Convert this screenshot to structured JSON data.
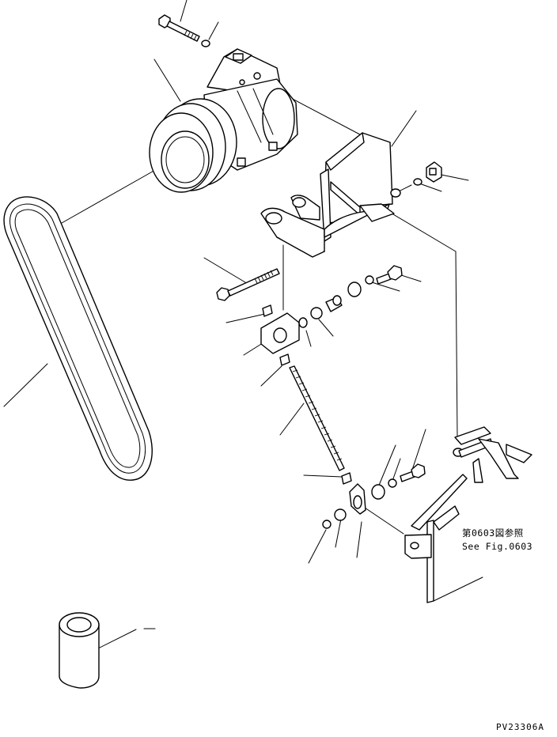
{
  "reference_note": {
    "line1": "第0603図参照",
    "line2": "See Fig.0603"
  },
  "drawing_id": "PV23306A",
  "colors": {
    "line": "#000000",
    "background": "#ffffff"
  }
}
